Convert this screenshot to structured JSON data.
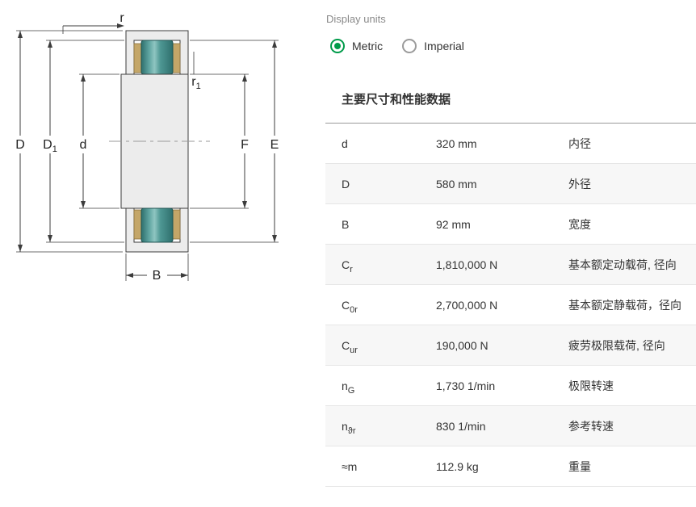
{
  "display_units": {
    "label": "Display units",
    "metric": "Metric",
    "imperial": "Imperial",
    "selected": "Metric"
  },
  "section_title": "主要尺寸和性能数据",
  "table": {
    "rows": [
      {
        "sym": "d",
        "sub": "",
        "value": "320 mm",
        "desc": "内径"
      },
      {
        "sym": "D",
        "sub": "",
        "value": "580 mm",
        "desc": "外径"
      },
      {
        "sym": "B",
        "sub": "",
        "value": "92 mm",
        "desc": "宽度"
      },
      {
        "sym": "C",
        "sub": "r",
        "value": "1,810,000 N",
        "desc": "基本额定动载荷, 径向"
      },
      {
        "sym": "C",
        "sub": "0r",
        "value": "2,700,000 N",
        "desc": "基本额定静载荷，径向"
      },
      {
        "sym": "C",
        "sub": "ur",
        "value": "190,000 N",
        "desc": "疲劳极限载荷, 径向"
      },
      {
        "sym": "n",
        "sub": "G",
        "value": "1,730 1/min",
        "desc": "极限转速"
      },
      {
        "sym": "n",
        "sub": "ϑr",
        "value": "830 1/min",
        "desc": "参考转速"
      },
      {
        "sym": "≈m",
        "sub": "",
        "value": "112.9 kg",
        "desc": "重量"
      }
    ]
  },
  "drawing": {
    "labels": {
      "r": "r",
      "r1": "r",
      "r1_sub": "1",
      "D": "D",
      "D1": "D",
      "D1_sub": "1",
      "d": "d",
      "F": "F",
      "E": "E",
      "B": "B"
    }
  },
  "colors": {
    "accent_green": "#009b4a",
    "roller_teal": "#3f8b88",
    "cage_tan": "#c4a668",
    "ring_gray": "#ececec"
  }
}
